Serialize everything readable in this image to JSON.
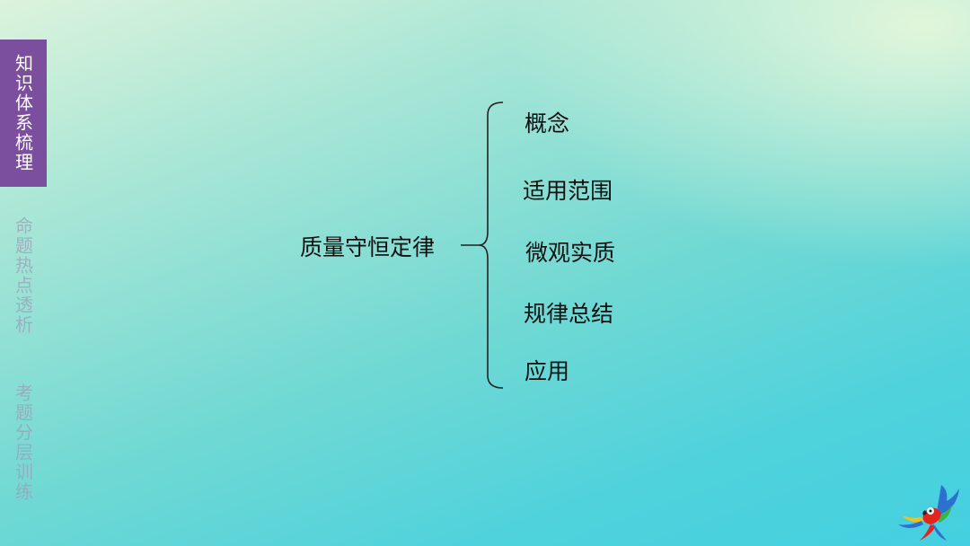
{
  "sidebar": {
    "tabs": [
      {
        "label": "知识体系梳理",
        "active": true
      },
      {
        "label": "命题热点透析",
        "active": false
      },
      {
        "label": "考题分层训练",
        "active": false
      }
    ]
  },
  "mindmap": {
    "root": "质量守恒定律",
    "branches": [
      "概念",
      "适用范围",
      "微观实质",
      "规律总结",
      "应用"
    ]
  },
  "colors": {
    "active_tab": "#7b4f9d",
    "inactive_tab_text": "#9aa1b7",
    "text": "#111111"
  },
  "decor": {
    "logo_icon": "parrot-icon"
  }
}
